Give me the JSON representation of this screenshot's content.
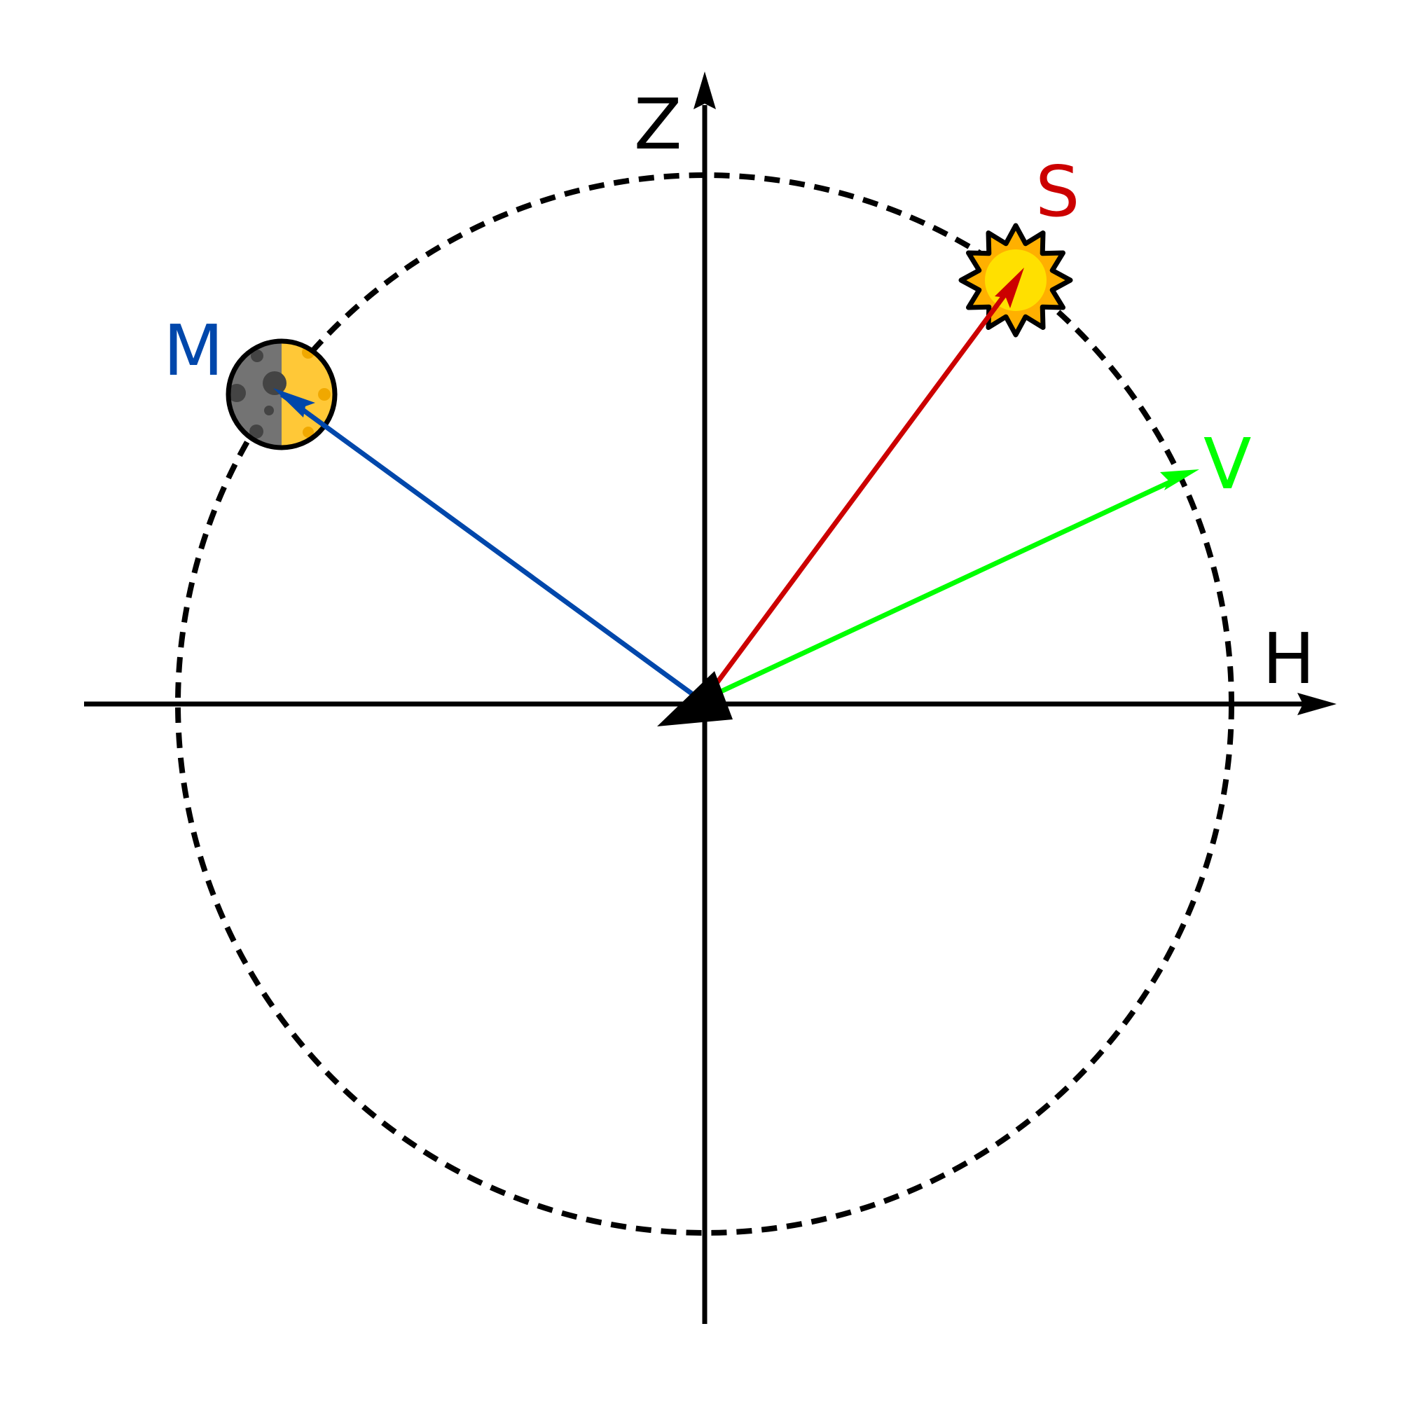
{
  "labels": {
    "vertical_axis": "Z",
    "horizontal_axis": "H",
    "sun": "S",
    "moon": "M",
    "view": "V"
  },
  "colors": {
    "axis": "#000000",
    "sun_vector": "#cc0000",
    "moon_vector": "#0047ab",
    "view_vector": "#00ff00",
    "moon_dark": "#737373",
    "moon_lit": "#ffc837",
    "sun_outer": "#ffb000",
    "sun_inner": "#ffe000"
  },
  "icons": {
    "sun": "sun-icon",
    "moon": "half-moon-icon",
    "observer": "observer-triangle-icon"
  }
}
